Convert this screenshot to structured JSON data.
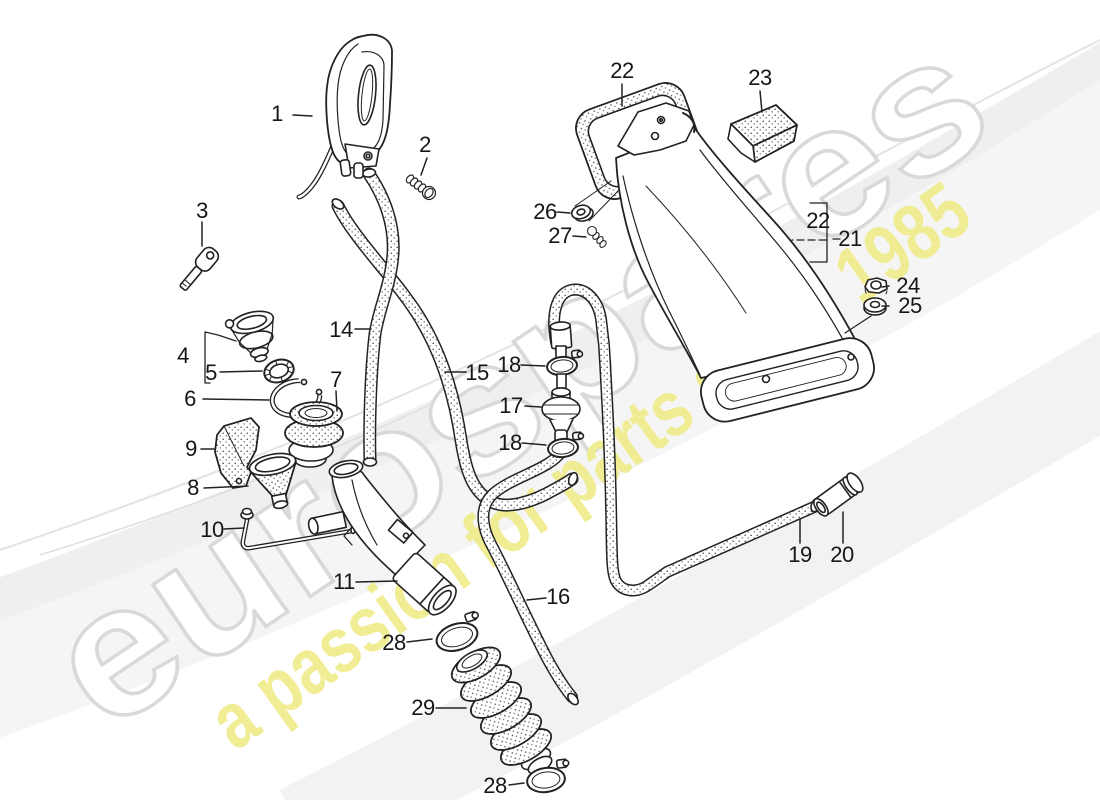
{
  "page": {
    "background": "#ffffff",
    "ink_color": "#222222"
  },
  "diagram": {
    "kind": "exploded-parts-diagram",
    "watermark": {
      "brand": "eurospares",
      "tagline": "a passion for parts since 1985",
      "brand_outline_color": "#d9d9d9",
      "tagline_color": "#efec8d"
    },
    "callouts": [
      {
        "label": "1"
      },
      {
        "label": "2"
      },
      {
        "label": "3"
      },
      {
        "label": "4"
      },
      {
        "label": "5"
      },
      {
        "label": "6"
      },
      {
        "label": "7"
      },
      {
        "label": "8"
      },
      {
        "label": "9"
      },
      {
        "label": "10"
      },
      {
        "label": "11"
      },
      {
        "label": "14"
      },
      {
        "label": "15"
      },
      {
        "label": "16"
      },
      {
        "label": "17"
      },
      {
        "label": "18"
      },
      {
        "label": "18"
      },
      {
        "label": "19"
      },
      {
        "label": "20"
      },
      {
        "label": "21"
      },
      {
        "label": "22"
      },
      {
        "label": "22"
      },
      {
        "label": "23"
      },
      {
        "label": "24"
      },
      {
        "label": "25"
      },
      {
        "label": "26"
      },
      {
        "label": "27"
      },
      {
        "label": "28"
      },
      {
        "label": "28"
      },
      {
        "label": "29"
      }
    ]
  }
}
